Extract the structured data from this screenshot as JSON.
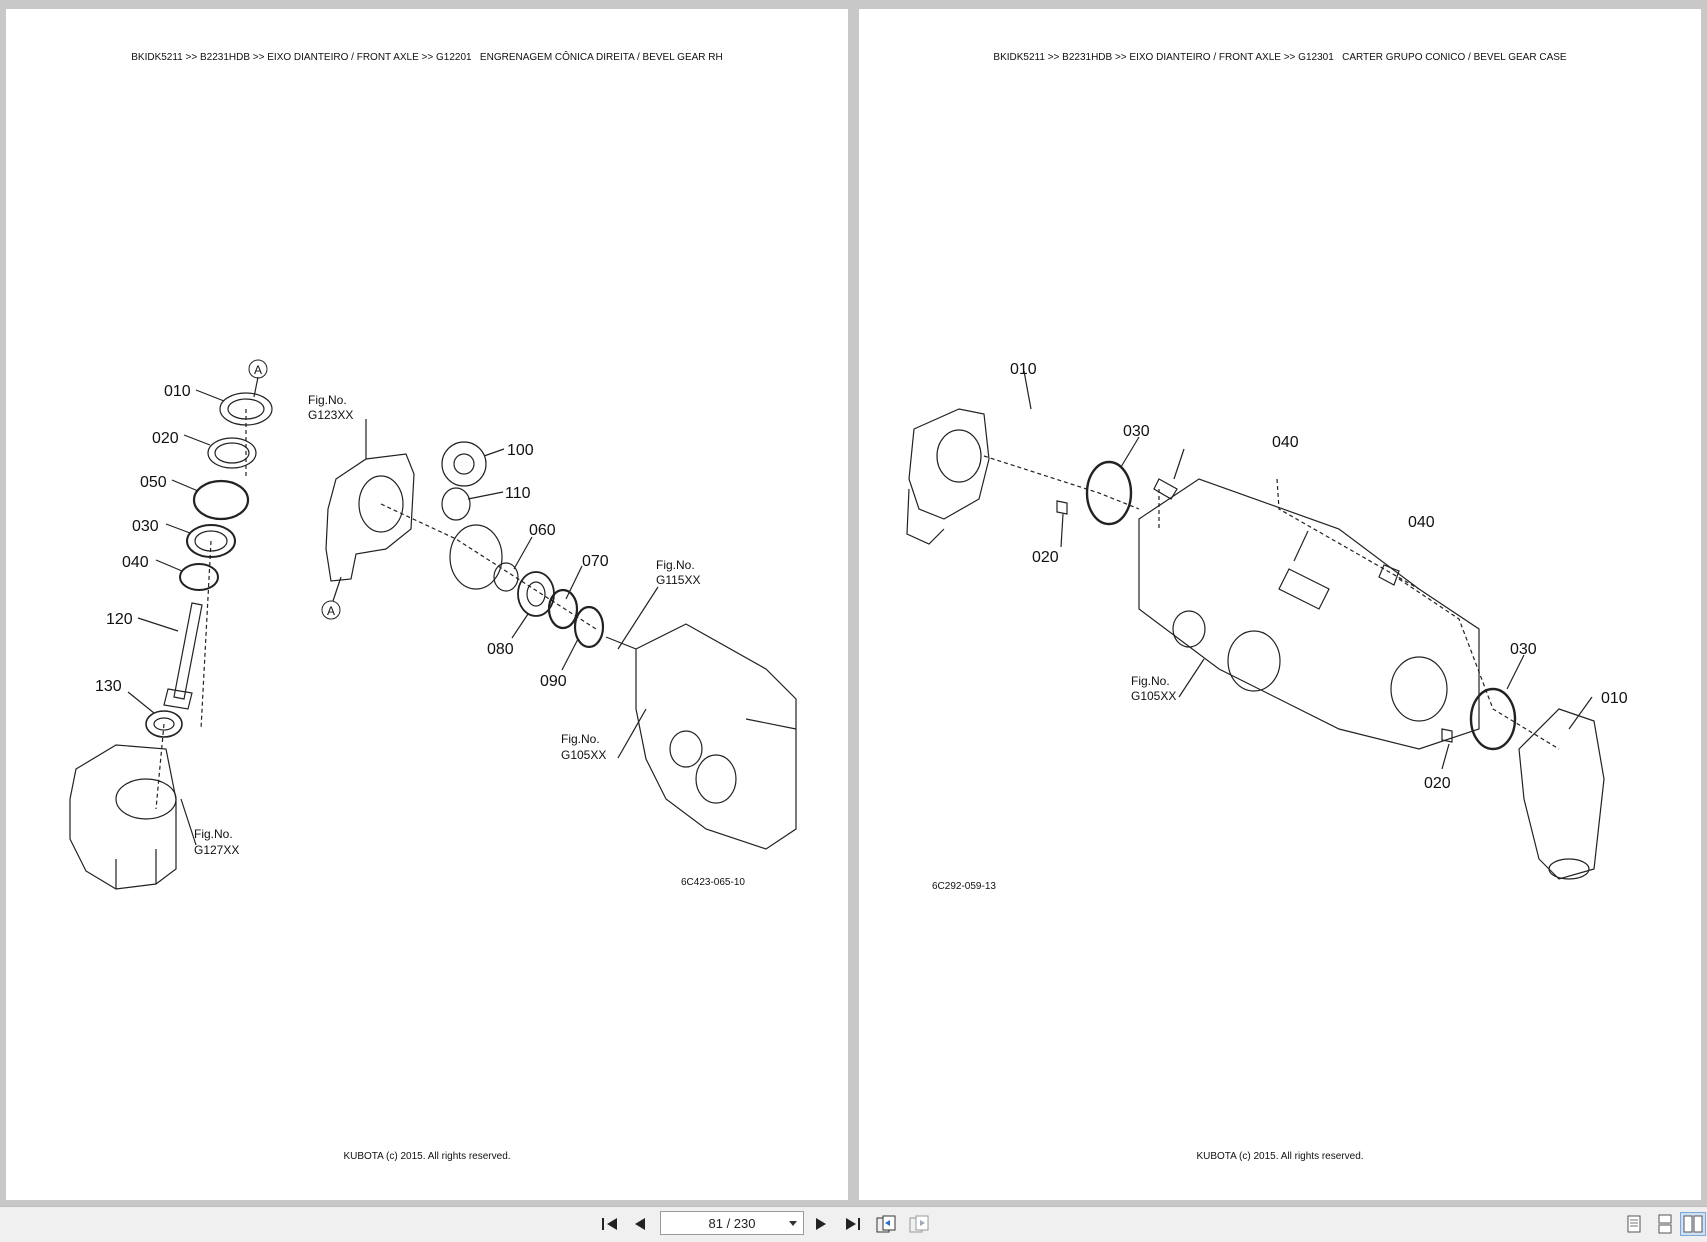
{
  "left_page": {
    "header": "BKIDK5211 >> B2231HDB >> EIXO DIANTEIRO / FRONT AXLE >> G12201   ENGRENAGEM CÔNICA DIREITA / BEVEL GEAR RH",
    "footer": "KUBOTA (c) 2015. All rights reserved.",
    "drawing_number": "6C423-065-10",
    "callouts": [
      "010",
      "020",
      "050",
      "030",
      "040",
      "120",
      "130",
      "100",
      "110",
      "060",
      "070",
      "080",
      "090"
    ],
    "ref_marks": [
      "A",
      "A"
    ],
    "fig_refs": [
      {
        "label": "Fig.No.",
        "code": "G123XX"
      },
      {
        "label": "Fig.No.",
        "code": "G115XX"
      },
      {
        "label": "Fig.No.",
        "code": "G105XX"
      },
      {
        "label": "Fig.No.",
        "code": "G127XX"
      }
    ]
  },
  "right_page": {
    "header": "BKIDK5211 >> B2231HDB >> EIXO DIANTEIRO / FRONT AXLE >> G12301   CARTER GRUPO CONICO / BEVEL GEAR CASE",
    "footer": "KUBOTA (c) 2015. All rights reserved.",
    "drawing_number": "6C292-059-13",
    "callouts": [
      "010",
      "030",
      "040",
      "020",
      "040",
      "030",
      "010",
      "020"
    ],
    "fig_refs": [
      {
        "label": "Fig.No.",
        "code": "G105XX"
      }
    ]
  },
  "toolbar": {
    "page_indicator": "81 / 230",
    "buttons": [
      "first-page",
      "previous-page",
      "next-page",
      "last-page",
      "go-back-view",
      "go-forward-view",
      "single-page-view",
      "continuous-view",
      "two-page-view"
    ]
  },
  "colors": {
    "background": "#c8c8c8",
    "page": "#ffffff",
    "ink": "#111111",
    "toolbar": "#f0f0f0"
  }
}
